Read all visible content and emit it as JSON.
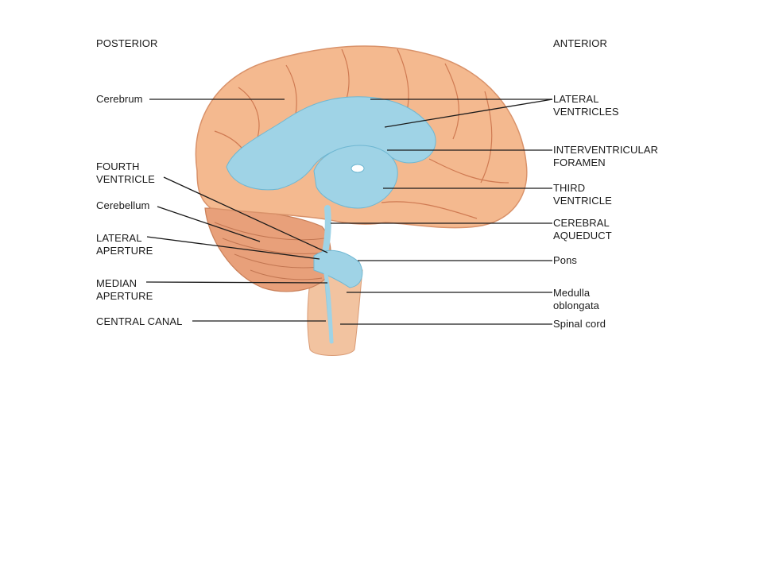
{
  "orientation": {
    "posterior": "POSTERIOR",
    "anterior": "ANTERIOR"
  },
  "labels_left": [
    {
      "id": "cerebrum",
      "lines": [
        "Cerebrum"
      ]
    },
    {
      "id": "fourth-ventricle",
      "lines": [
        "FOURTH",
        "VENTRICLE"
      ]
    },
    {
      "id": "cerebellum",
      "lines": [
        "Cerebellum"
      ]
    },
    {
      "id": "lateral-aperture",
      "lines": [
        "LATERAL",
        "APERTURE"
      ]
    },
    {
      "id": "median-aperture",
      "lines": [
        "MEDIAN",
        "APERTURE"
      ]
    },
    {
      "id": "central-canal",
      "lines": [
        "CENTRAL CANAL"
      ]
    }
  ],
  "labels_right": [
    {
      "id": "lateral-ventricles",
      "lines": [
        "LATERAL",
        "VENTRICLES"
      ]
    },
    {
      "id": "interventricular-foramen",
      "lines": [
        "INTERVENTRICULAR",
        "FORAMEN"
      ]
    },
    {
      "id": "third-ventricle",
      "lines": [
        "THIRD",
        "VENTRICLE"
      ]
    },
    {
      "id": "cerebral-aqueduct",
      "lines": [
        "CEREBRAL",
        "AQUEDUCT"
      ]
    },
    {
      "id": "pons",
      "lines": [
        "Pons"
      ]
    },
    {
      "id": "medulla-oblongata",
      "lines": [
        "Medulla",
        "oblongata"
      ]
    },
    {
      "id": "spinal-cord",
      "lines": [
        "Spinal cord"
      ]
    }
  ],
  "colors": {
    "brain": "#f4b98f",
    "brain_shadow": "#e79b6c",
    "sulci": "#cf7a52",
    "cerebellum": "#e8a07a",
    "ventricle": "#9fd3e6",
    "ventricle_edge": "#6fb7d2",
    "leader": "#1a1a1a"
  }
}
